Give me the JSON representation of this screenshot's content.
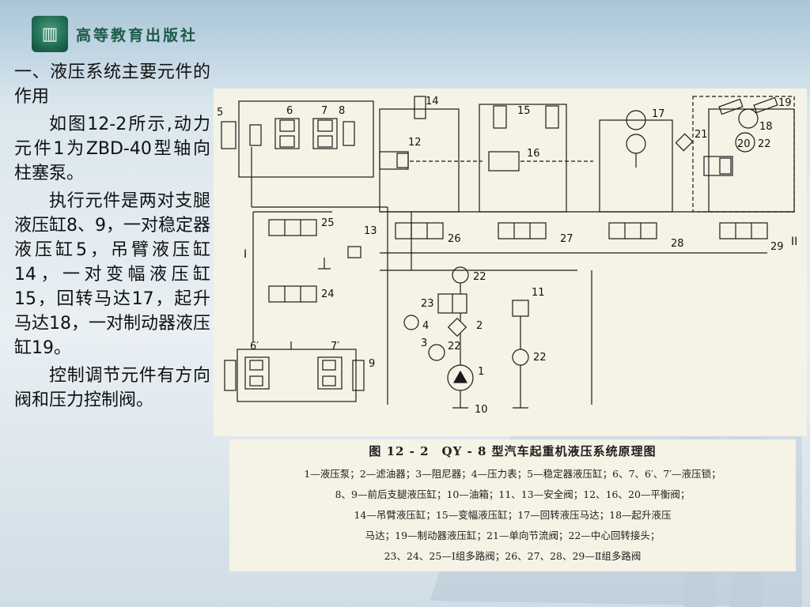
{
  "header": {
    "publisher": "高等教育出版社",
    "logo_icon": "publisher-logo-icon"
  },
  "left_text": {
    "heading": "一、液压系统主要元件的作用",
    "para1": "如图12-2所示,动力元件1为ZBD-40型轴向柱塞泵。",
    "para2": "执行元件是两对支腿液压缸8、9，一对稳定器液压缸5，吊臂液压缸14，一对变幅液压缸15，回转马达17，起升马达18，一对制动器液压缸19。",
    "para3": "控制调节元件有方向阀和压力控制阀。"
  },
  "diagram": {
    "labels": {
      "l1": "1",
      "l2": "2",
      "l3": "3",
      "l4": "4",
      "l5": "5",
      "l6": "6",
      "l6p": "6′",
      "l7": "7",
      "l7p": "7′",
      "l8": "8",
      "l9": "9",
      "l10": "10",
      "l11": "11",
      "l12": "12",
      "l13": "13",
      "l14": "14",
      "l15": "15",
      "l16": "16",
      "l17": "17",
      "l18": "18",
      "l19": "19",
      "l20": "20",
      "l21": "21",
      "l22a": "22",
      "l22b": "22",
      "l22c": "22",
      "l22d": "22",
      "l23": "23",
      "l24": "24",
      "l25": "25",
      "l26": "26",
      "l27": "27",
      "l28": "28",
      "l29": "29",
      "roman1": "I",
      "roman2": "II"
    }
  },
  "caption": {
    "title": "图 12 - 2　QY - 8 型汽车起重机液压系统原理图",
    "lines": [
      "1—液压泵；2—滤油器；3—阻尼器；4—压力表；5—稳定器液压缸；6、7、6′、7′—液压锁；",
      "8、9—前后支腿液压缸；10—油箱；11、13—安全阀；12、16、20—平衡阀；",
      "14—吊臂液压缸；15—变幅液压缸；17—回转液压马达；18—起升液压",
      "马达；19—制动器液压缸；21—单向节流阀；22—中心回转接头；",
      "23、24、25—Ⅰ组多路阀；26、27、28、29—Ⅱ组多路阀"
    ]
  }
}
